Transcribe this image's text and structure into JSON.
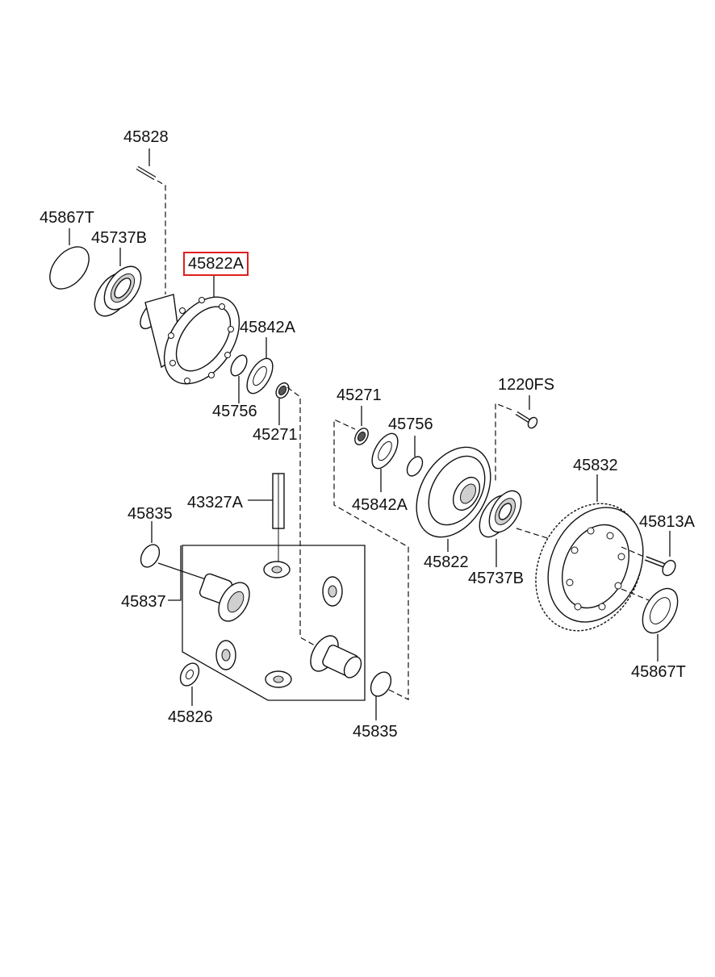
{
  "parts": [
    {
      "id": "p45828",
      "label": "45828"
    },
    {
      "id": "p45867T_left",
      "label": "45867T"
    },
    {
      "id": "p45737B_left",
      "label": "45737B"
    },
    {
      "id": "p45822A",
      "label": "45822A",
      "highlighted": true
    },
    {
      "id": "p45842A_top",
      "label": "45842A"
    },
    {
      "id": "p45756_left",
      "label": "45756"
    },
    {
      "id": "p45271_left",
      "label": "45271"
    },
    {
      "id": "p45271_right",
      "label": "45271"
    },
    {
      "id": "p45756_right",
      "label": "45756"
    },
    {
      "id": "p1220FS",
      "label": "1220FS"
    },
    {
      "id": "p45832",
      "label": "45832"
    },
    {
      "id": "p45813A",
      "label": "45813A"
    },
    {
      "id": "p43327A",
      "label": "43327A"
    },
    {
      "id": "p45835_left",
      "label": "45835"
    },
    {
      "id": "p45842A_mid",
      "label": "45842A"
    },
    {
      "id": "p45822",
      "label": "45822"
    },
    {
      "id": "p45737B_right",
      "label": "45737B"
    },
    {
      "id": "p45837",
      "label": "45837"
    },
    {
      "id": "p45867T_right",
      "label": "45867T"
    },
    {
      "id": "p45826",
      "label": "45826"
    },
    {
      "id": "p45835_right",
      "label": "45835"
    }
  ],
  "colors": {
    "highlight": "#e11d1d",
    "line": "#111111"
  }
}
